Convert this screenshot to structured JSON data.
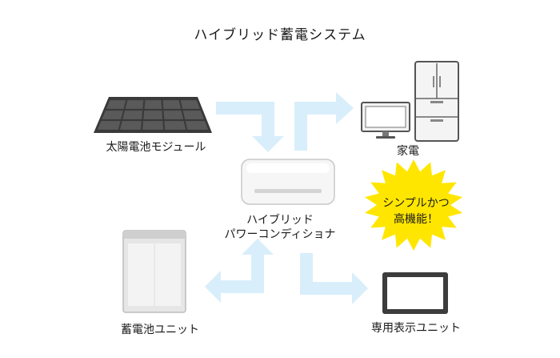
{
  "title": "ハイブリッド蓄電システム",
  "labels": {
    "solar": "太陽電池モジュール",
    "appliances": "家電",
    "pcs_line1": "ハイブリッド",
    "pcs_line2": "パワーコンディショナ",
    "battery": "蓄電池ユニット",
    "display": "専用表示ユニット"
  },
  "badge": {
    "line1": "シンプルかつ",
    "line2": "高機能！"
  },
  "colors": {
    "arrow": "#d8eefb",
    "badge": "#ffe600",
    "panel": "#3f3f3f",
    "device_outline": "#555555"
  }
}
